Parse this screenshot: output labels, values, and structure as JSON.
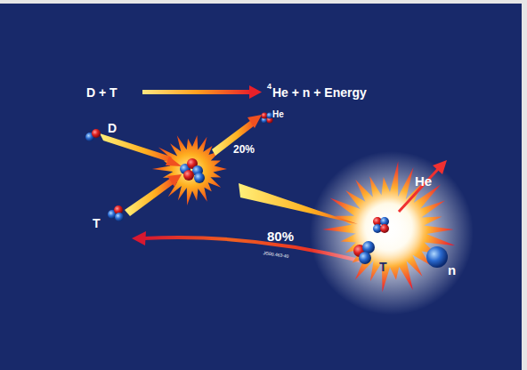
{
  "diagram": {
    "labels": [
      "D + T",
      "4",
      "He + n + Energy",
      "D",
      "He",
      "20%",
      "T",
      "80%",
      "He",
      "T",
      "n",
      "JG00.463-40"
    ]
  }
}
